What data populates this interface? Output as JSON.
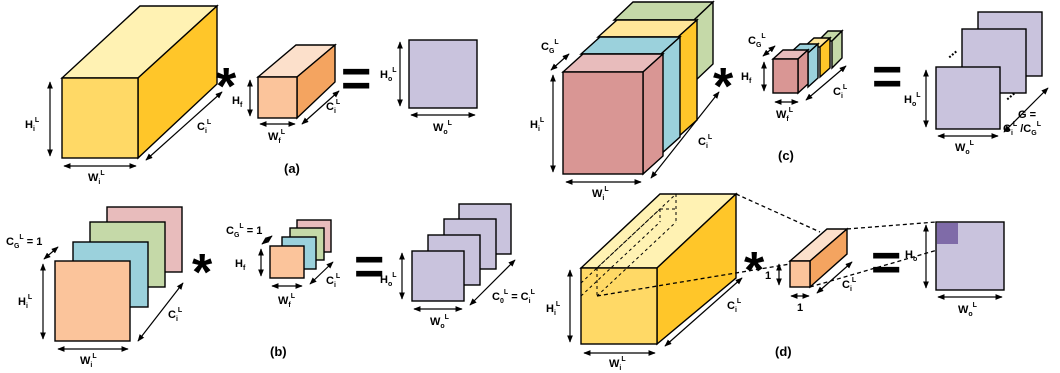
{
  "palette": {
    "yellow_front": "#FFD966",
    "yellow_top": "#FFF2B3",
    "yellow_side": "#FFC629",
    "orange_front": "#FBC49B",
    "orange_top": "#FCE0CB",
    "orange_side": "#F4A460",
    "purple": "#C9C3DD",
    "purple_dark": "#7F6BA8",
    "pink": "#E8BCBC",
    "pink_front": "#D99694",
    "green": "#C5D9A8",
    "blue": "#9BD1DC",
    "yellow_slice": "#FFE699"
  },
  "panel_a": {
    "caption": "(a)",
    "input_h": {
      "main": "H",
      "sub": "i",
      "sup": "L"
    },
    "input_w": {
      "main": "W",
      "sub": "i",
      "sup": "L"
    },
    "input_c": {
      "main": "C",
      "sub": "i",
      "sup": "L"
    },
    "filter_h": {
      "main": "H",
      "sub": "f",
      "sup": ""
    },
    "filter_w": {
      "main": "W",
      "sub": "f",
      "sup": "L"
    },
    "filter_c": {
      "main": "C",
      "sub": "i",
      "sup": "L"
    },
    "output_h": {
      "main": "H",
      "sub": "o",
      "sup": "L"
    },
    "output_w": {
      "main": "W",
      "sub": "o",
      "sup": "L"
    },
    "op_conv": "*",
    "op_eq": "="
  },
  "panel_b": {
    "caption": "(b)",
    "group": {
      "main": "C",
      "sub": "G",
      "sup": "L",
      "suffix": " = 1"
    },
    "input_h": {
      "main": "H",
      "sub": "i",
      "sup": "L"
    },
    "input_w": {
      "main": "W",
      "sub": "i",
      "sup": "L"
    },
    "input_c": {
      "main": "C",
      "sub": "i",
      "sup": "L"
    },
    "filter_group": {
      "main": "C",
      "sub": "G",
      "sup": "L",
      "suffix": " = 1"
    },
    "filter_h": {
      "main": "H",
      "sub": "f",
      "sup": ""
    },
    "filter_w": {
      "main": "W",
      "sub": "f",
      "sup": "L"
    },
    "filter_c": {
      "main": "C",
      "sub": "i",
      "sup": "L"
    },
    "output_h": {
      "main": "H",
      "sub": "o",
      "sup": "L"
    },
    "output_w": {
      "main": "W",
      "sub": "o",
      "sup": "L"
    },
    "output_c": "C",
    "output_c_sub": "0",
    "output_c_sup": "L",
    "output_c_eq": " = C",
    "output_c_eq_sub": "i",
    "output_c_eq_sup": "L",
    "op_conv": "*",
    "op_eq": "="
  },
  "panel_c": {
    "caption": "(c)",
    "group": {
      "main": "C",
      "sub": "G",
      "sup": "L"
    },
    "input_h": {
      "main": "H",
      "sub": "i",
      "sup": "L"
    },
    "input_w": {
      "main": "W",
      "sub": "i",
      "sup": "L"
    },
    "input_c": {
      "main": "C",
      "sub": "i",
      "sup": "L"
    },
    "filter_group": {
      "main": "C",
      "sub": "G",
      "sup": "L"
    },
    "filter_h": {
      "main": "H",
      "sub": "f",
      "sup": ""
    },
    "filter_w": {
      "main": "W",
      "sub": "f",
      "sup": "L"
    },
    "filter_c": {
      "main": "C",
      "sub": "i",
      "sup": "L"
    },
    "output_h": {
      "main": "H",
      "sub": "o",
      "sup": "L"
    },
    "output_w": {
      "main": "W",
      "sub": "o",
      "sup": "L"
    },
    "g_line1": "G =",
    "g_line2_a": "C",
    "g_line2_a_sub": "i",
    "g_line2_a_sup": "L",
    "g_line2_b": " /C",
    "g_line2_b_sub": "G",
    "g_line2_b_sup": "L",
    "dots": "⋯",
    "op_conv": "*",
    "op_eq": "="
  },
  "panel_d": {
    "caption": "(d)",
    "input_h": {
      "main": "H",
      "sub": "i",
      "sup": "L"
    },
    "input_w": {
      "main": "W",
      "sub": "i",
      "sup": "L"
    },
    "input_c": {
      "main": "C",
      "sub": "i",
      "sup": "L"
    },
    "filter_one_v": "1",
    "filter_one_h": "1",
    "filter_c": {
      "main": "C",
      "sub": "i",
      "sup": "L"
    },
    "output_h": {
      "main": "H",
      "sub": "o",
      "sup": ""
    },
    "output_w": {
      "main": "W",
      "sub": "o",
      "sup": "L"
    },
    "op_conv": "*",
    "op_eq": "="
  }
}
